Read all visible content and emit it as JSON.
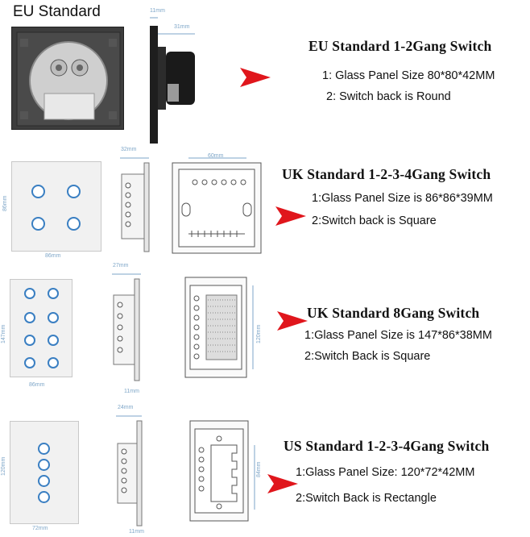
{
  "eu": {
    "label": "EU Standard",
    "dim_depth": "11mm",
    "dim_back": "31mm",
    "title": "EU Standard 1-2Gang Switch",
    "line1": "1: Glass Panel Size 80*80*42MM",
    "line2": "2: Switch back is Round"
  },
  "uk4": {
    "dim_side": "32mm",
    "dim_back": "60mm",
    "dim_width": "86mm",
    "dim_height": "86mm",
    "title": "UK Standard 1-2-3-4Gang Switch",
    "line1": "1:Glass Panel Size is 86*86*39MM",
    "line2": "2:Switch back is Square"
  },
  "uk8": {
    "dim_side": "27mm",
    "dim_bottom": "11mm",
    "dim_width": "86mm",
    "dim_height": "147mm",
    "dim_back": "120mm",
    "title": "UK Standard 8Gang Switch",
    "line1": "1:Glass Panel Size is 147*86*38MM",
    "line2": "2:Switch Back is Square"
  },
  "us": {
    "dim_side": "24mm",
    "dim_bottom": "11mm",
    "dim_width": "72mm",
    "dim_height": "120mm",
    "dim_back": "84mm",
    "title": "US Standard 1-2-3-4Gang Switch",
    "line1": "1:Glass Panel Size: 120*72*42MM",
    "line2": "2:Switch Back is Rectangle"
  },
  "colors": {
    "arrow": "#e0161c",
    "button_ring": "#3a7fc2",
    "dimension": "#7ea6c8"
  }
}
